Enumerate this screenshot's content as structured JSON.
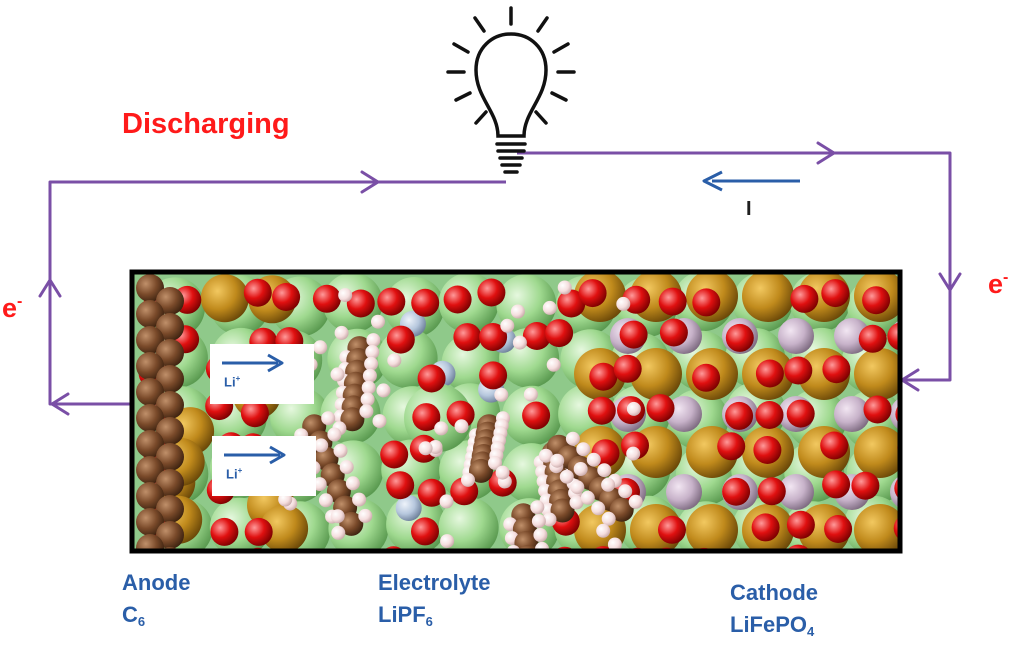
{
  "title": "Discharging",
  "electron_left": {
    "base": "e",
    "sup": "-"
  },
  "electron_right": {
    "base": "e",
    "sup": "-"
  },
  "current_label": "I",
  "ion_labels": [
    {
      "base": "Li",
      "sup": "+"
    },
    {
      "base": "Li",
      "sup": "+"
    }
  ],
  "regions": {
    "anode": {
      "name": "Anode",
      "formula_base": "C",
      "formula_sub": "6"
    },
    "electrolyte": {
      "name": "Electrolyte",
      "formula_base": "LiPF",
      "formula_sub": "6"
    },
    "cathode": {
      "name": "Cathode",
      "formula_base": "LiFePO",
      "formula_sub": "4"
    }
  },
  "colors": {
    "circuit_wire": "#7a4fa6",
    "title_red": "#ff1a1a",
    "label_blue": "#2a5ea8",
    "atom_carbon": "#7a4a2a",
    "atom_oxygen": "#e01010",
    "atom_hydrogen": "#f5dede",
    "atom_iron": "#c08a1c",
    "atom_lithium": "#9fd98f",
    "atom_phosphorus": "#c7b2c9",
    "atom_fluorine": "#b6c7dd"
  },
  "icons": [
    "light-bulb-icon",
    "current-arrow-icon",
    "ion-arrow-icon"
  ]
}
